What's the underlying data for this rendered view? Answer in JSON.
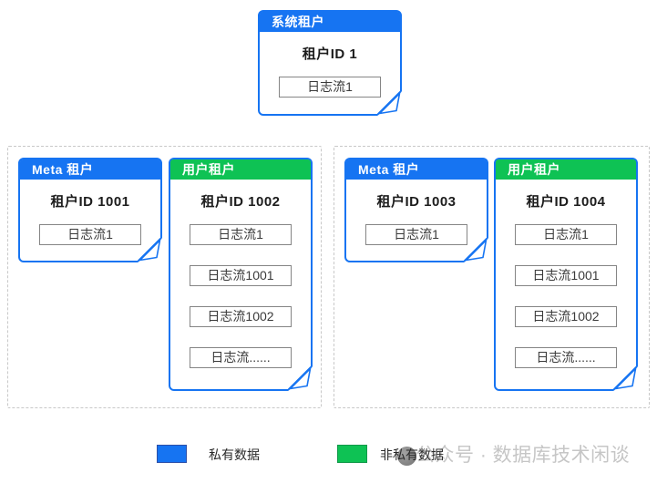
{
  "colors": {
    "private_blue": "#1674f2",
    "non_private_green": "#0ec254",
    "box_border": "#1674f2",
    "stream_border": "#858585",
    "dashed_group_border": "#c8c8c8",
    "watermark_gray": "#c6c6c6"
  },
  "system_tenant": {
    "header": "系统租户",
    "header_color": "blue",
    "tenant_id": "租户ID 1",
    "streams": [
      "日志流1"
    ]
  },
  "groups": [
    {
      "tenants": [
        {
          "header": "Meta 租户",
          "header_color": "blue",
          "tenant_id": "租户ID 1001",
          "streams": [
            "日志流1"
          ]
        },
        {
          "header": "用户租户",
          "header_color": "green",
          "tenant_id": "租户ID 1002",
          "streams": [
            "日志流1",
            "日志流1001",
            "日志流1002",
            "日志流......"
          ]
        }
      ]
    },
    {
      "tenants": [
        {
          "header": "Meta 租户",
          "header_color": "blue",
          "tenant_id": "租户ID 1003",
          "streams": [
            "日志流1"
          ]
        },
        {
          "header": "用户租户",
          "header_color": "green",
          "tenant_id": "租户ID 1004",
          "streams": [
            "日志流1",
            "日志流1001",
            "日志流1002",
            "日志流......"
          ]
        }
      ]
    }
  ],
  "legend": {
    "items": [
      {
        "swatch_color": "#1674f2",
        "label": "私有数据"
      },
      {
        "swatch_color": "#0ec254",
        "label": "非私有数据"
      }
    ]
  },
  "watermark": {
    "icon": "wechat-logo-circle",
    "text": "公众号 · 数据库技术闲谈"
  }
}
